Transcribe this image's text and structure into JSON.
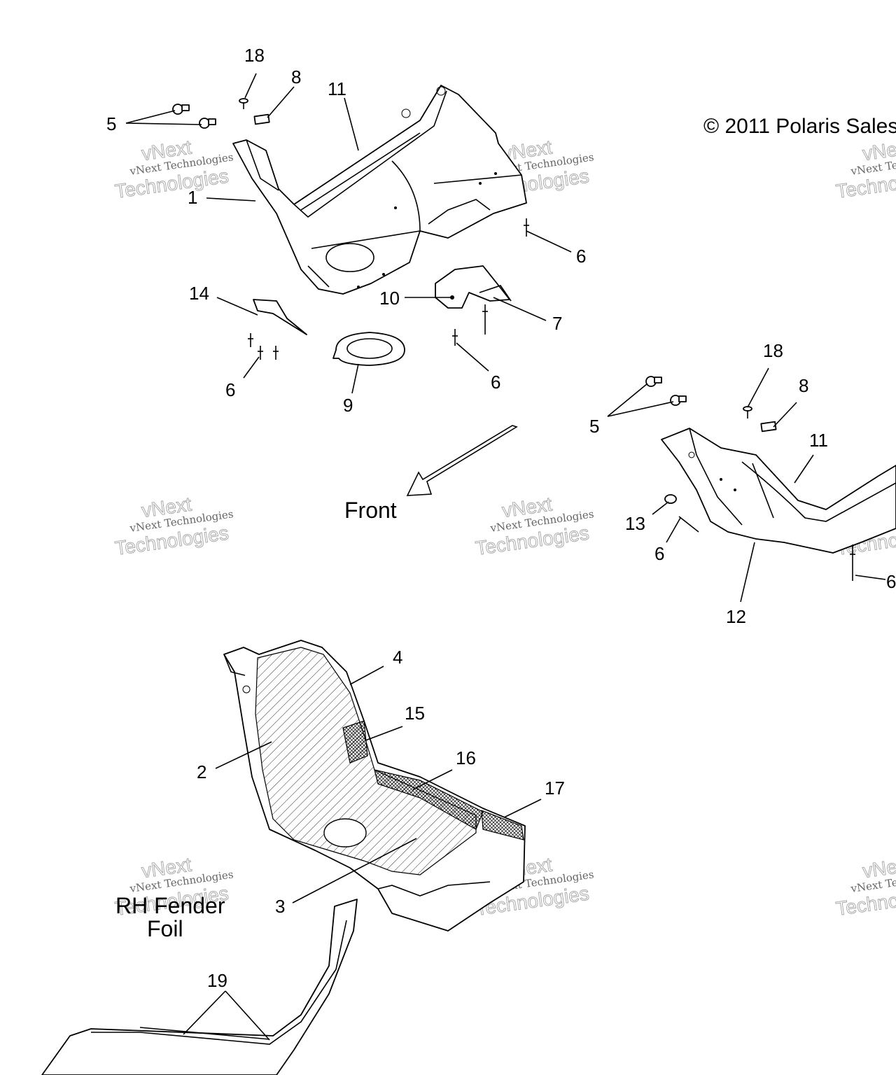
{
  "copyright": "© 2011 Polaris Sales",
  "front_label": "Front",
  "section_label": {
    "line1": "RH Fender",
    "line2": "Foil"
  },
  "watermark": {
    "line1": "vNext Technologies",
    "line2": "vNext",
    "line3": "Technologies"
  },
  "callouts": {
    "c1": "1",
    "c2": "2",
    "c3": "3",
    "c4": "4",
    "c5": "5",
    "c5b": "5",
    "c6a": "6",
    "c6b": "6",
    "c6c": "6",
    "c6d": "6",
    "c6e": "6",
    "c7": "7",
    "c8": "8",
    "c8b": "8",
    "c9": "9",
    "c10": "10",
    "c11": "11",
    "c11b": "11",
    "c12": "12",
    "c13": "13",
    "c14": "14",
    "c15": "15",
    "c16": "16",
    "c17": "17",
    "c18": "18",
    "c18b": "18",
    "c19": "19"
  }
}
